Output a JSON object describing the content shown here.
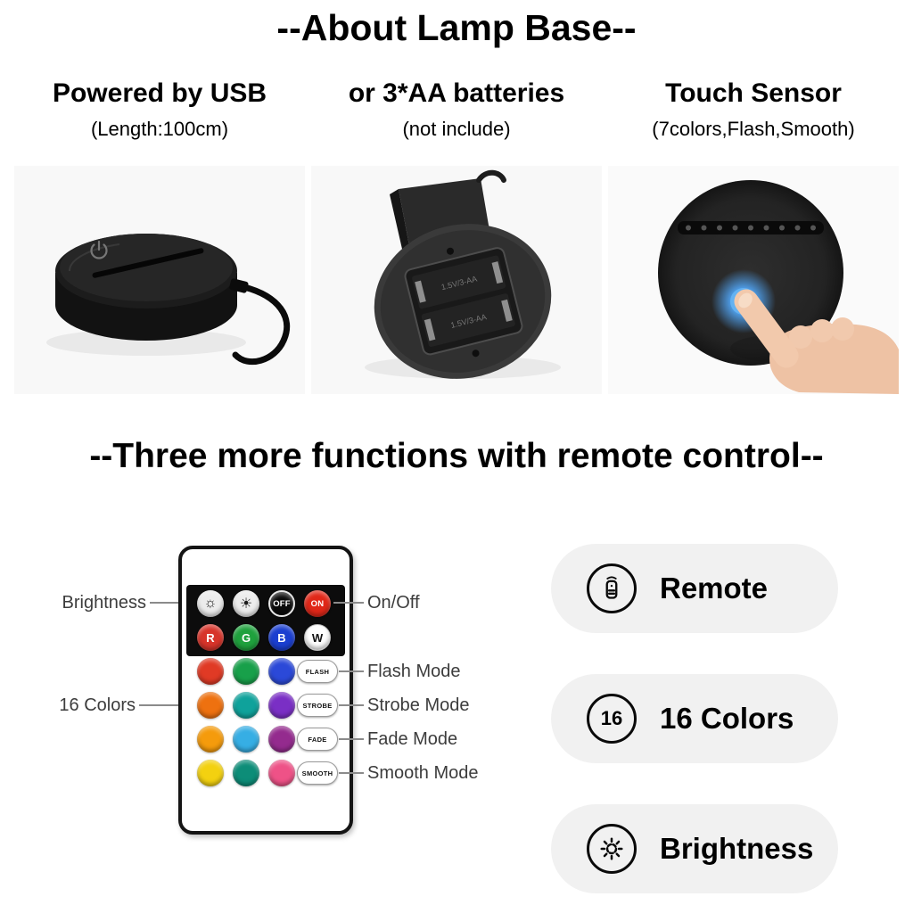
{
  "titles": {
    "about": "--About Lamp Base--",
    "functions": "--Three more functions with remote control--"
  },
  "features": [
    {
      "heading": "Powered by USB",
      "sub": "(Length:100cm)"
    },
    {
      "heading": "or 3*AA batteries",
      "sub": "(not include)"
    },
    {
      "heading": "Touch Sensor",
      "sub": "(7colors,Flash,Smooth)"
    }
  ],
  "battery_marking": "1.5V/3-AA",
  "remote": {
    "icons": {
      "brightness_down": "☼",
      "brightness_up": "☀"
    },
    "off": {
      "label": "OFF",
      "color": "#0a0a0a"
    },
    "on": {
      "label": "ON",
      "color": "#e02718"
    },
    "rgbw": [
      {
        "label": "R",
        "color": "#d7342a"
      },
      {
        "label": "G",
        "color": "#1fa13d"
      },
      {
        "label": "B",
        "color": "#1b3fd0"
      },
      {
        "label": "W",
        "color": "#ffffff"
      }
    ],
    "grid": [
      [
        "#e03a25",
        "#18a04a",
        "#2b49d8"
      ],
      [
        "#ee7110",
        "#0fa29b",
        "#7a2fc5"
      ],
      [
        "#f59b0c",
        "#36aee4",
        "#942b8e"
      ],
      [
        "#f3d110",
        "#0d8d78",
        "#ee5287"
      ]
    ],
    "modes": [
      "FLASH",
      "STROBE",
      "FADE",
      "SMOOTH"
    ]
  },
  "callouts": {
    "brightness": "Brightness",
    "colors16": "16 Colors",
    "on_off": "On/Off",
    "flash": "Flash Mode",
    "strobe": "Strobe Mode",
    "fade": "Fade Mode",
    "smooth": "Smooth Mode"
  },
  "badges": [
    {
      "label": "Remote"
    },
    {
      "label": "16 Colors",
      "icon_text": "16"
    },
    {
      "label": "Brightness"
    }
  ]
}
